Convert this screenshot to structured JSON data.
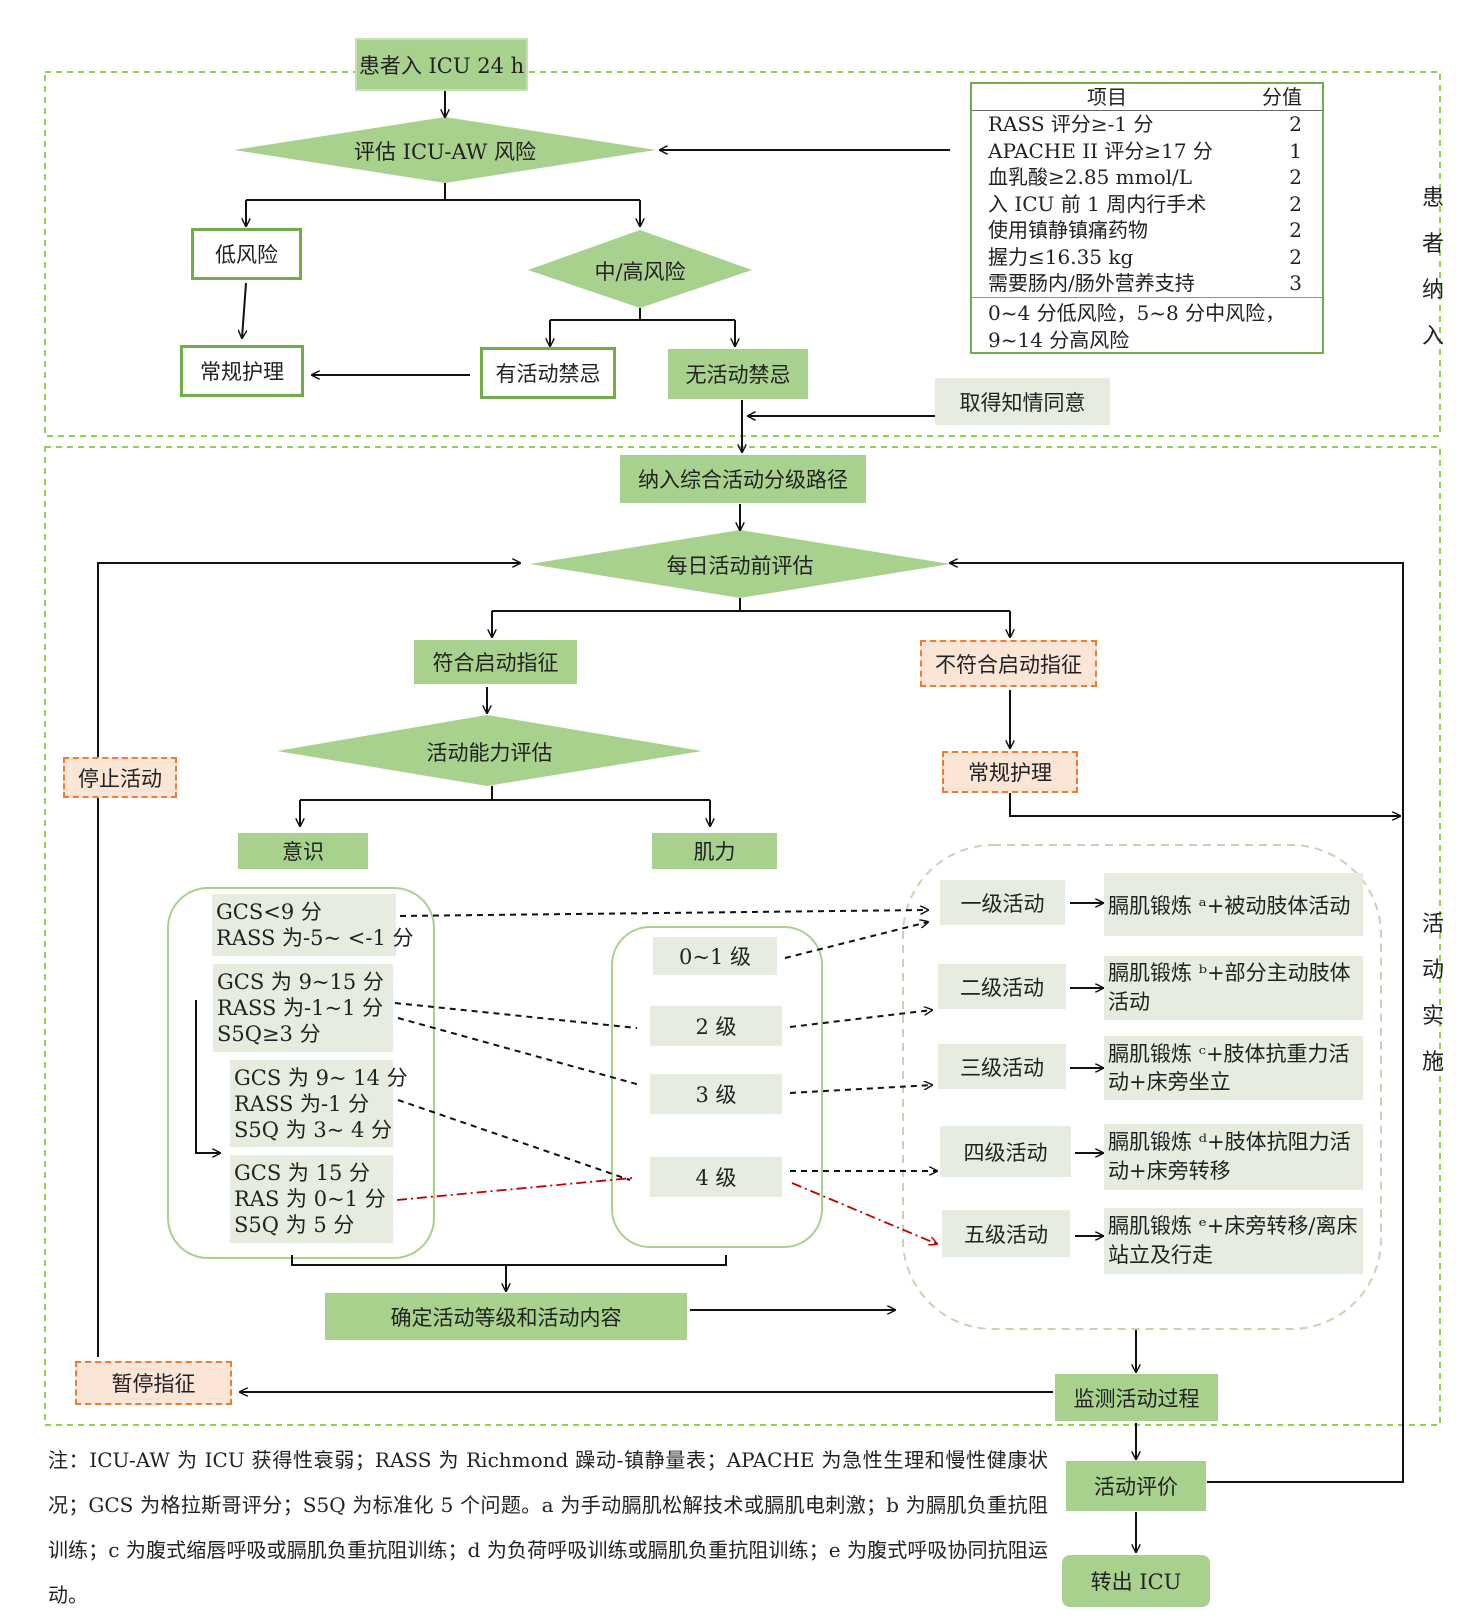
{
  "start": "患者入 ICU 24 h",
  "assess_risk": "评估 ICU-AW 风险",
  "low_risk": "低风险",
  "mid_high_risk": "中/高风险",
  "routine_care": "常规护理",
  "contraindicated": "有活动禁忌",
  "no_contraindication": "无活动禁忌",
  "consent": "取得知情同意",
  "score_table": {
    "col_item": "项目",
    "col_score": "分值",
    "rows": [
      {
        "item": "RASS 评分≥-1 分",
        "score": "2"
      },
      {
        "item": "APACHE II  评分≥17 分",
        "score": "1"
      },
      {
        "item": "血乳酸≥2.85 mmol/L",
        "score": "2"
      },
      {
        "item": "入 ICU 前 1 周内行手术",
        "score": "2"
      },
      {
        "item": "使用镇静镇痛药物",
        "score": "2"
      },
      {
        "item": "握力≤16.35 kg",
        "score": "2"
      },
      {
        "item": "需要肠内/肠外营养支持",
        "score": "3"
      }
    ],
    "footer": "0~4 分低风险，5~8 分中风险，9~14 分高风险"
  },
  "section_enroll": [
    "患",
    "者",
    "纳",
    "入"
  ],
  "section_implement": [
    "活",
    "动",
    "实",
    "施"
  ],
  "pathway": "纳入综合活动分级路径",
  "daily_assess": "每日活动前评估",
  "meets_criteria": "符合启动指征",
  "not_meets_criteria": "不符合启动指征",
  "routine_care_2": "常规护理",
  "stop_activity": "停止活动",
  "ability_assess": "活动能力评估",
  "consciousness": "意识",
  "strength": "肌力",
  "consc_groups": [
    [
      "GCS<9 分",
      "RASS 为-5~ <-1 分"
    ],
    [
      "GCS 为 9~15 分",
      "RASS 为-1~1 分",
      "S5Q≥3 分"
    ],
    [
      "GCS 为 9~ 14 分",
      "RASS 为-1 分",
      "S5Q 为 3~ 4 分"
    ],
    [
      "GCS 为 15 分",
      "RAS 为 0~1 分",
      "S5Q 为 5 分"
    ]
  ],
  "grades": [
    "0~1 级",
    "2 级",
    "3 级",
    "4 级"
  ],
  "levels": [
    "一级活动",
    "二级活动",
    "三级活动",
    "四级活动",
    "五级活动"
  ],
  "level_contents": [
    "膈肌锻炼 ᵃ+被动肢体活动",
    "膈肌锻炼 ᵇ+部分主动肢体活动",
    "膈肌锻炼 ᶜ+肢体抗重力活动+床旁坐立",
    "膈肌锻炼 ᵈ+肢体抗阻力活动+床旁转移",
    "膈肌锻炼 ᵉ+床旁转移/离床站立及行走"
  ],
  "determine": "确定活动等级和活动内容",
  "monitor": "监测活动过程",
  "pause": "暂停指征",
  "evaluate": "活动评价",
  "transfer": "转出 ICU",
  "note": "注：ICU-AW 为 ICU 获得性衰弱；RASS 为 Richmond 躁动-镇静量表；APACHE 为急性生理和慢性健康状况；GCS 为格拉斯哥评分；S5Q 为标准化 5 个问题。a 为手动膈肌松解技术或膈肌电刺激；b 为膈肌负重抗阻训练；c 为腹式缩唇呼吸或膈肌负重抗阻训练；d 为负荷呼吸训练或膈肌负重抗阻训练；e 为腹式呼吸协同抗阻运动。",
  "colors": {
    "green": "#a9d18e",
    "light_green": "#e6ecdf",
    "border_green": "#70ad47",
    "orange_border": "#ed7d31",
    "orange_fill": "#fbe5d6",
    "dark_red": "#c00000"
  }
}
